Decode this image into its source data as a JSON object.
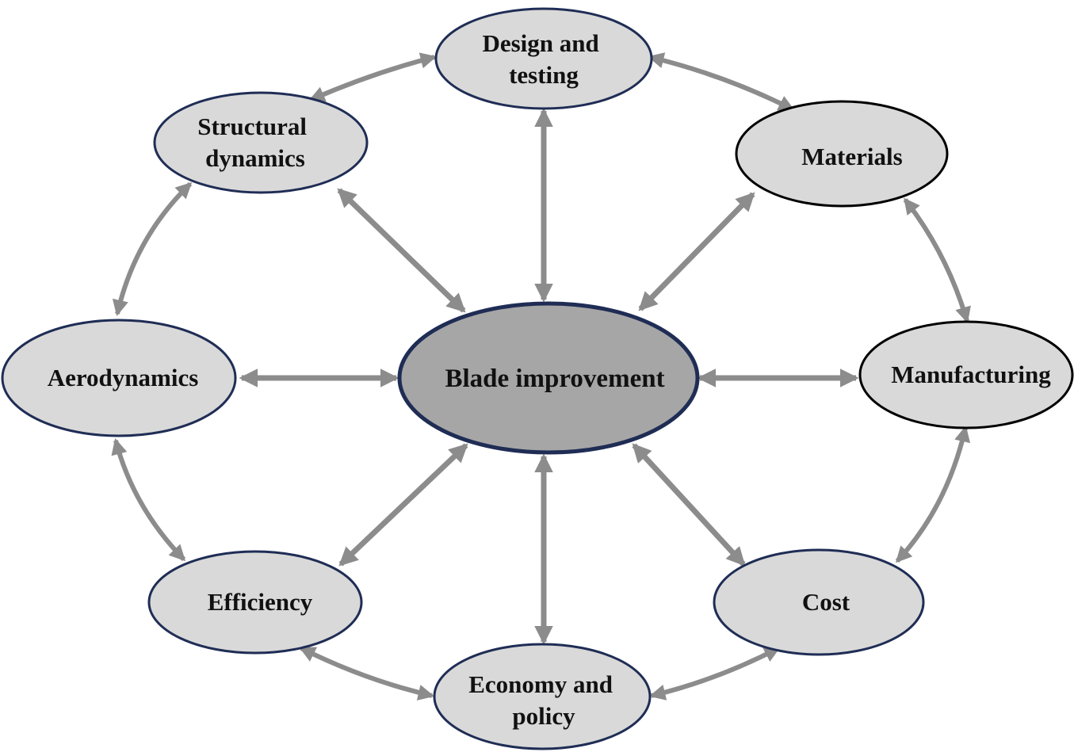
{
  "center": {
    "label": "Blade improvement"
  },
  "nodes": {
    "design_testing": {
      "lines": [
        "Design and",
        "testing"
      ]
    },
    "structural_dynamics": {
      "lines": [
        "Structural",
        "dynamics"
      ]
    },
    "materials": {
      "lines": [
        "Materials"
      ]
    },
    "aerodynamics": {
      "lines": [
        "Aerodynamics"
      ]
    },
    "manufacturing": {
      "lines": [
        "Manufacturing"
      ]
    },
    "efficiency": {
      "lines": [
        "Efficiency"
      ]
    },
    "cost": {
      "lines": [
        "Cost"
      ]
    },
    "economy_policy": {
      "lines": [
        "Economy and",
        "policy"
      ]
    }
  },
  "colors": {
    "center_fill": "#a6a6a6",
    "node_fill": "#d9d9d9",
    "navy_border": "#1f2d55",
    "black_border": "#000000",
    "arrow": "#8c8c8c"
  }
}
